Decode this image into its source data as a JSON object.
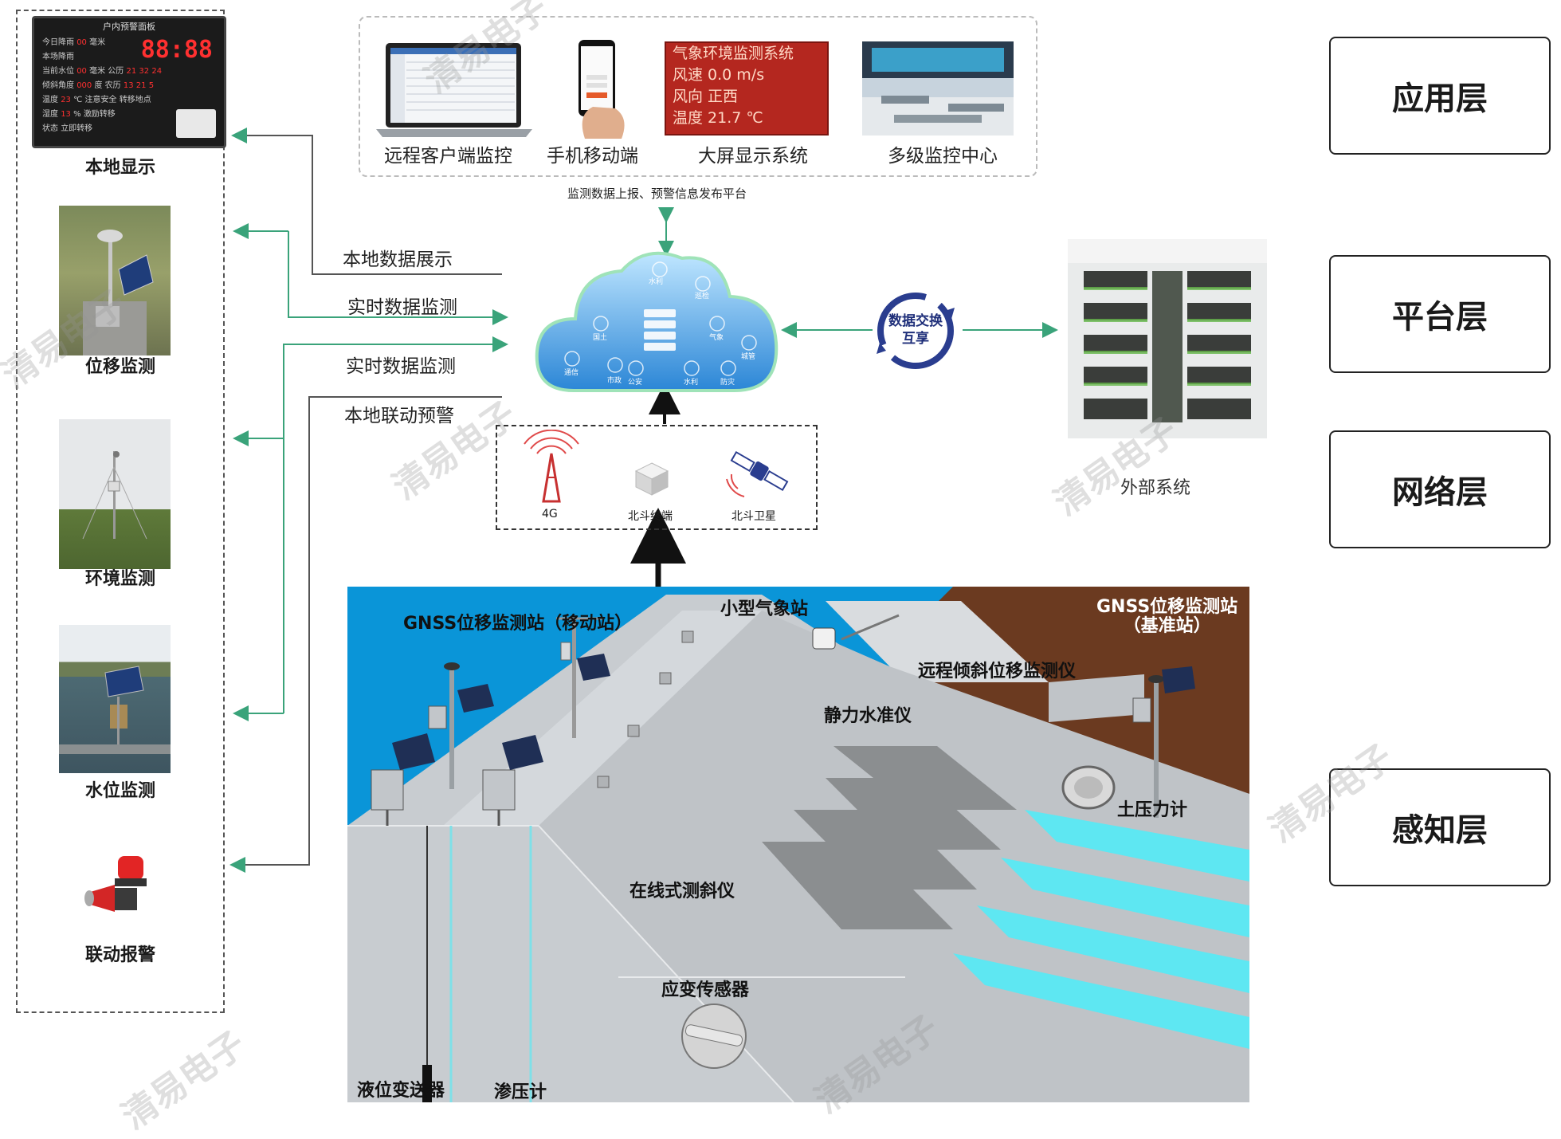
{
  "left_panel": {
    "items": [
      {
        "label": "本地显示"
      },
      {
        "label": "位移监测"
      },
      {
        "label": "环境监测"
      },
      {
        "label": "水位监测"
      },
      {
        "label": "联动报警"
      }
    ],
    "led_board": {
      "title": "户内预警面板",
      "rows": [
        {
          "a": "今日降雨",
          "v1": "00",
          "u1": "毫米",
          "clock": "88:88"
        },
        {
          "a": "本场降雨"
        },
        {
          "a": "当前水位",
          "v1": "00",
          "u1": "毫米",
          "b": "公历",
          "v2": "21",
          "v3": "32",
          "v4": "24"
        },
        {
          "a": "倾斜角度",
          "v1": "000",
          "u1": "度",
          "b": "农历",
          "v2": "13",
          "v3": "21",
          "v4": "5"
        },
        {
          "a": "温度",
          "v1": "23",
          "u1": "℃",
          "b": "注意安全",
          "c": "转移地点"
        },
        {
          "a": "湿度",
          "v1": "13",
          "u1": "%",
          "b": "激励转移"
        },
        {
          "a": "状态",
          "b": "立即转移"
        }
      ]
    }
  },
  "application": {
    "items": [
      {
        "label": "远程客户端监控"
      },
      {
        "label": "手机移动端"
      },
      {
        "label": "大屏显示系统"
      },
      {
        "label": "多级监控中心"
      }
    ],
    "led_screen": {
      "line1": "气象环境监测系统",
      "line2": "风速  0.0  m/s",
      "line3": "风向  正西",
      "line4": "温度  21.7 ℃"
    },
    "caption": "监测数据上报、预警信息发布平台"
  },
  "flows": {
    "labels": [
      "本地数据展示",
      "实时数据监测",
      "实时数据监测",
      "本地联动预警"
    ]
  },
  "cloud": {
    "labels": [
      "巡检",
      "水利",
      "通信",
      "国土",
      "气象",
      "城管",
      "市政",
      "公安",
      "水利",
      "防灾"
    ]
  },
  "exchange": {
    "label": "数据交换互享"
  },
  "external": {
    "label": "外部系统"
  },
  "network": {
    "items": [
      {
        "label": "4G"
      },
      {
        "label": "北斗终端"
      },
      {
        "label": "北斗卫星"
      }
    ]
  },
  "layers": [
    {
      "label": "应用层"
    },
    {
      "label": "平台层"
    },
    {
      "label": "网络层"
    },
    {
      "label": "感知层"
    }
  ],
  "field": {
    "gnss_mobile": "GNSS位移监测站（移动站）",
    "weather": "小型气象站",
    "gnss_base_1": "GNSS位移监测站",
    "gnss_base_2": "（基准站）",
    "tilt": "远程倾斜位移监测仪",
    "level": "静力水准仪",
    "soil": "土压力计",
    "inclinometer": "在线式测斜仪",
    "strain": "应变传感器",
    "liquid": "液位变送器",
    "seepage": "渗压计"
  },
  "watermark": "清易电子",
  "colors": {
    "water": "#0a95d8",
    "soil": "#6b3a20",
    "concrete": "#c8ccd0",
    "step_cyan": "#5ee7f2",
    "arrow_green": "#3aa37a"
  }
}
